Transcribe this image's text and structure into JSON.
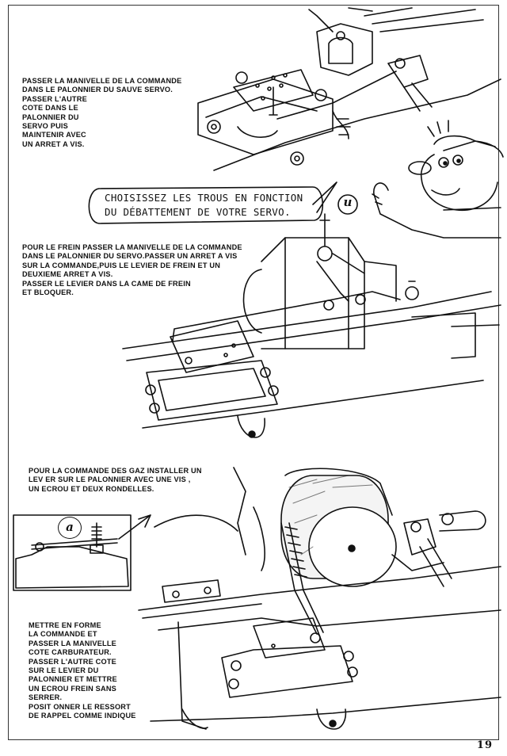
{
  "instructions": {
    "step1": "PASSER LA MANIVELLE DE LA COMMANDE\nDANS LE PALONNIER DU SAUVE SERVO.\nPASSER L'AUTRE\nCOTE DANS LE\nPALONNIER DU\nSERVO PUIS\nMAINTENIR AVEC\nUN ARRET A VIS.",
    "step2": "POUR LE FREIN PASSER LA MANIVELLE DE LA COMMANDE\nDANS LE PALONNIER DU SERVO.PASSER UN ARRET A VIS\nSUR LA COMMANDE,PUIS LE LEVIER DE FREIN ET UN\nDEUXIEME ARRET A VIS.\nPASSER LE LEVIER DANS LA CAME DE FREIN\nET BLOQUER.",
    "step3": "POUR LA COMMANDE DES GAZ INSTALLER UN\nLEV ER SUR LE PALONNIER AVEC UNE VIS ,\nUN ECROU ET DEUX RONDELLES.",
    "step4": "METTRE EN FORME\nLA COMMANDE ET\nPASSER LA MANIVELLE\nCOTE CARBURATEUR.\nPASSER L'AUTRE COTE\nSUR LE LEVIER DU\nPALONNIER ET METTRE\nUN ECROU FREIN SANS\nSERRER.\nPOSIT ONNER LE RESSORT\nDE RAPPEL COMME INDIQUE"
  },
  "speech_bubble": "CHOISISSEZ LES TROUS EN FONCTION\nDU DÉBATTEMENT DE VOTRE SERVO.",
  "callouts": {
    "u": "u",
    "a": "a"
  },
  "page_number": "19"
}
